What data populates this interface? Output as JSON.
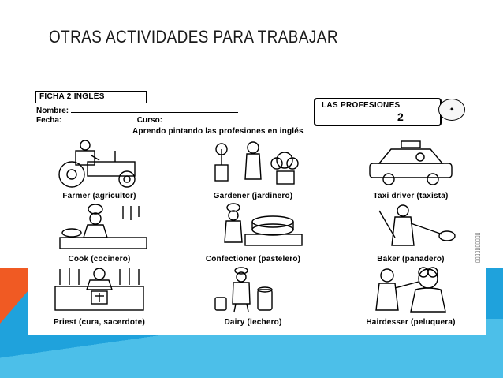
{
  "slide": {
    "title": "OTRAS ACTIVIDADES PARA TRABAJAR"
  },
  "worksheet": {
    "ficha_title": "FICHA 2 INGLÉS",
    "nombre_label": "Nombre:",
    "fecha_label": "Fecha:",
    "curso_label": "Curso:",
    "professions_box_title": "LAS PROFESIONES",
    "professions_box_number": "2",
    "subtitle": "Aprendo pintando las profesiones en inglés",
    "professions": [
      {
        "caption": "Farmer (agricultor)",
        "icon": "tractor-icon"
      },
      {
        "caption": "Gardener (jardinero)",
        "icon": "gardener-icon"
      },
      {
        "caption": "Taxi driver (taxista)",
        "icon": "taxi-icon"
      },
      {
        "caption": "Cook (cocinero)",
        "icon": "cook-icon"
      },
      {
        "caption": "Confectioner (pastelero)",
        "icon": "confectioner-icon"
      },
      {
        "caption": "Baker (panadero)",
        "icon": "baker-icon"
      },
      {
        "caption": "Priest (cura, sacerdote)",
        "icon": "priest-icon"
      },
      {
        "caption": "Dairy (lechero)",
        "icon": "dairy-icon"
      },
      {
        "caption": "Hairdesser (peluquera)",
        "icon": "hairdresser-icon"
      }
    ]
  },
  "colors": {
    "blue": "#1fa2dc",
    "light_blue": "#4cbfe9",
    "orange": "#f05a23"
  }
}
